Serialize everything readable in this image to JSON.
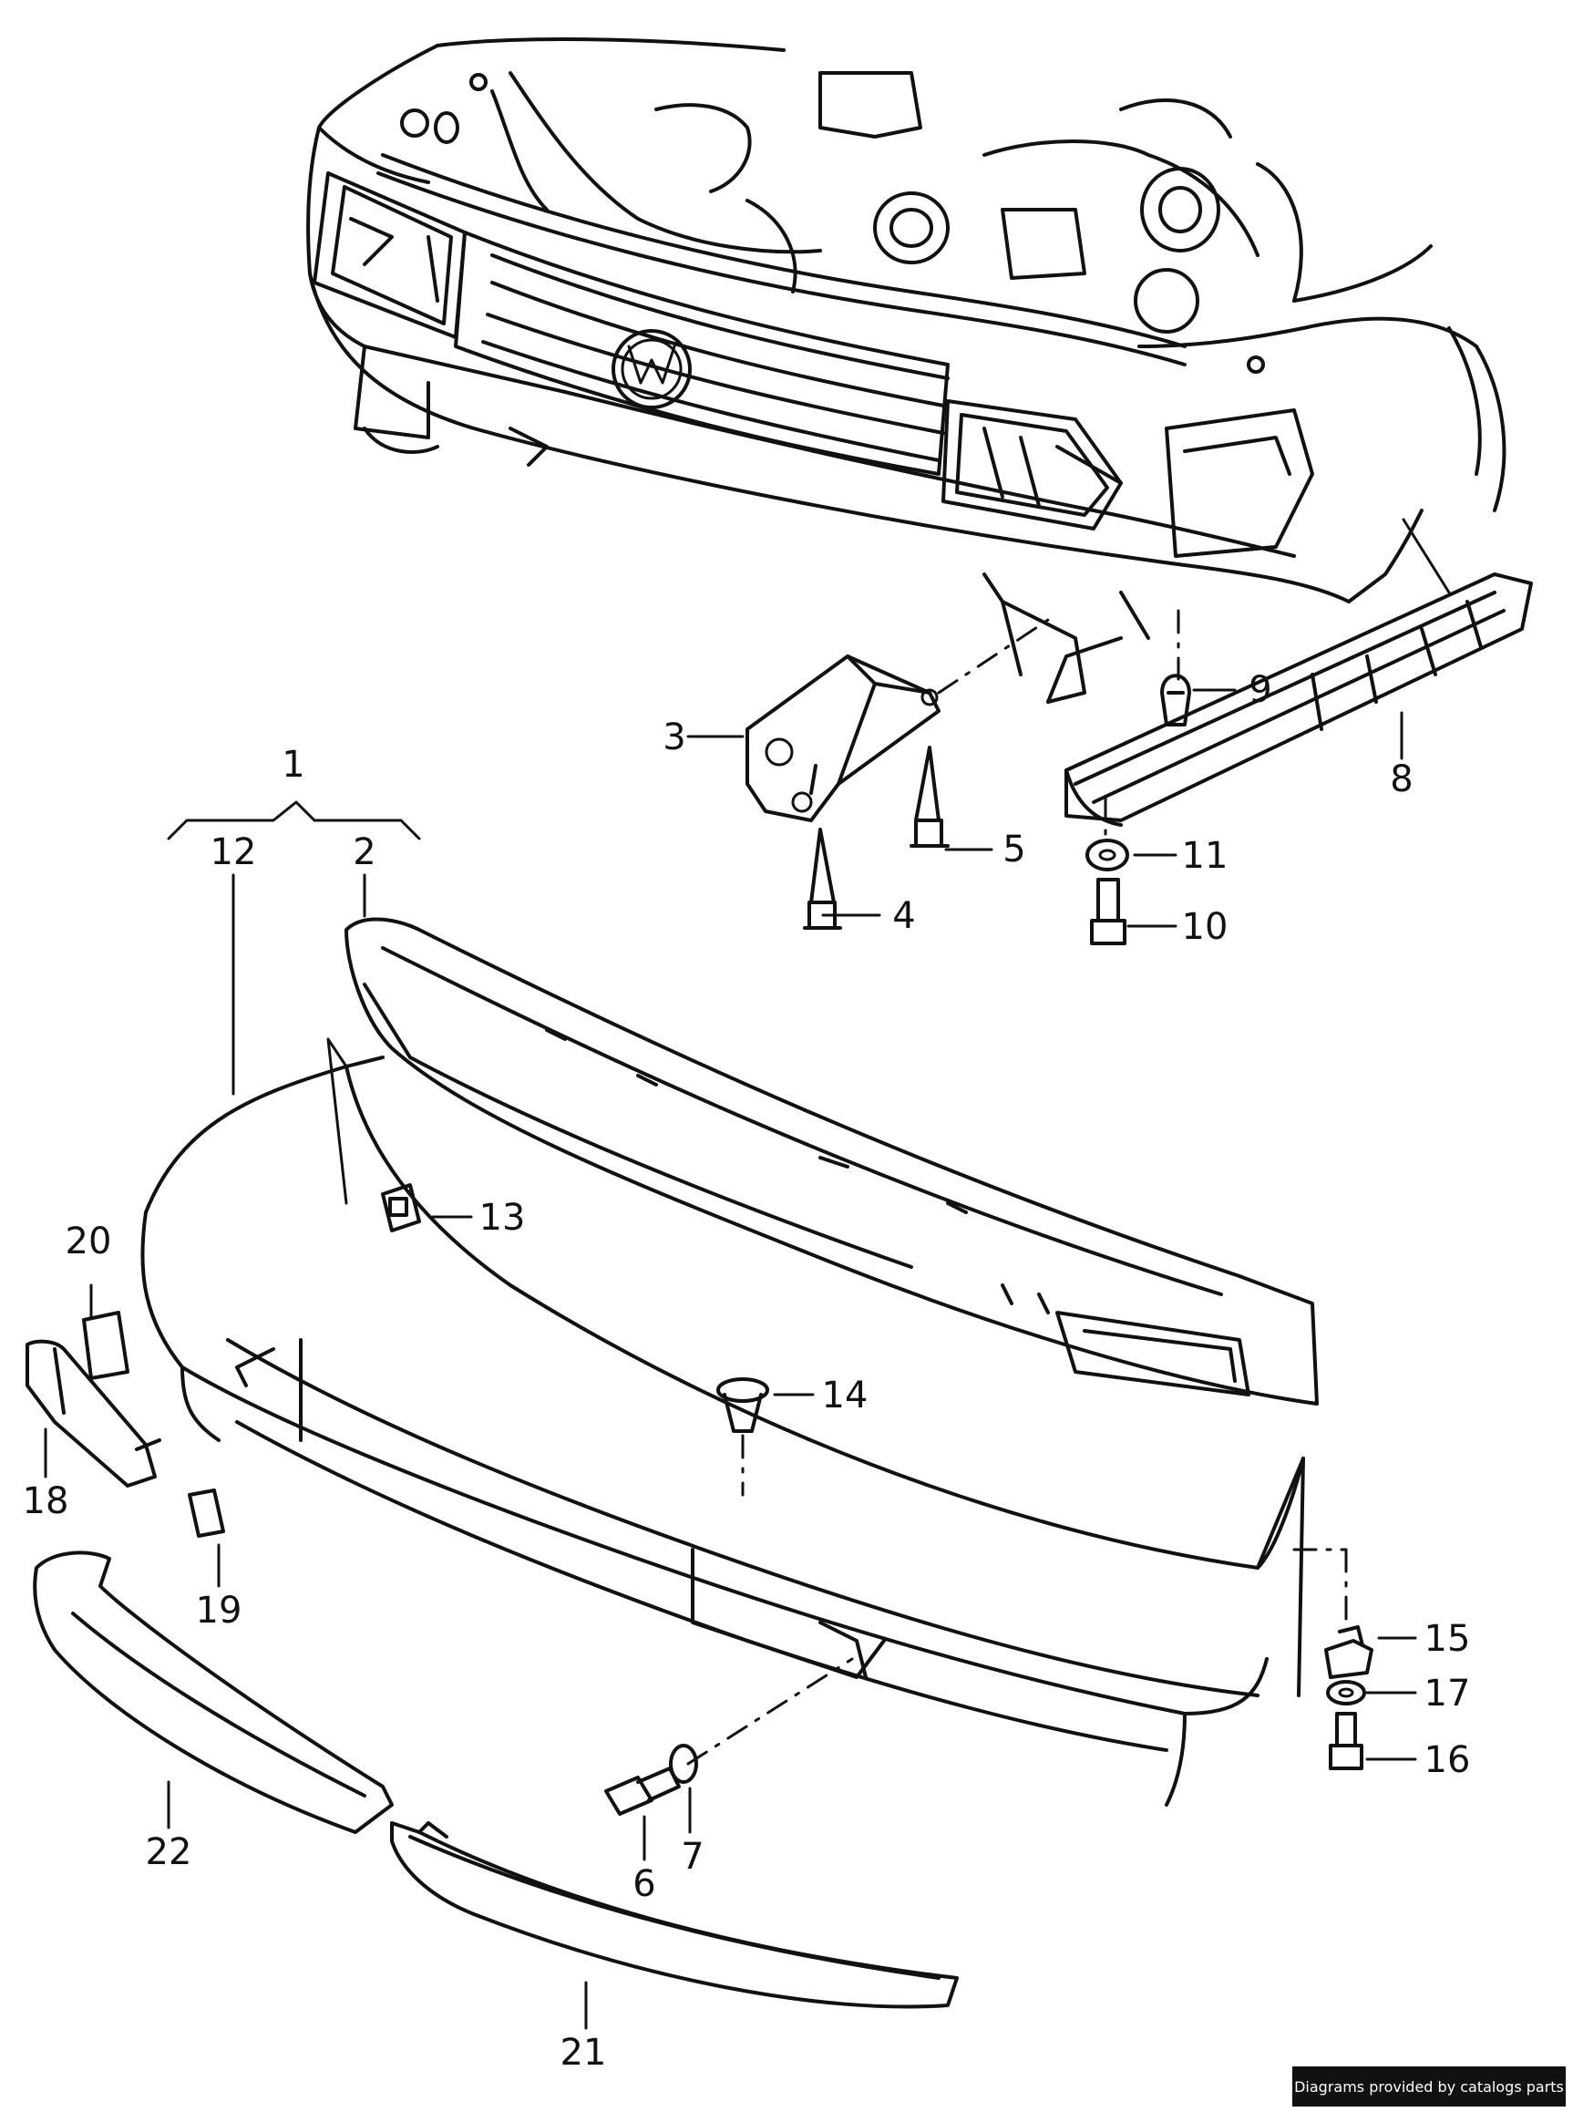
{
  "callouts": {
    "c1": "1",
    "c2": "2",
    "c3": "3",
    "c4": "4",
    "c5": "5",
    "c6": "6",
    "c7": "7",
    "c8": "8",
    "c9": "9",
    "c10": "10",
    "c11": "11",
    "c12": "12",
    "c13": "13",
    "c14": "14",
    "c15": "15",
    "c16": "16",
    "c17": "17",
    "c18": "18",
    "c19": "19",
    "c20": "20",
    "c21": "21",
    "c22": "22"
  },
  "credit": "Diagrams provided by catalogs parts",
  "colors": {
    "line": "#111111",
    "background": "#ffffff",
    "credit_bg": "#111111",
    "credit_text": "#ffffff"
  },
  "icons": {
    "emblem": "vw-emblem-icon"
  }
}
